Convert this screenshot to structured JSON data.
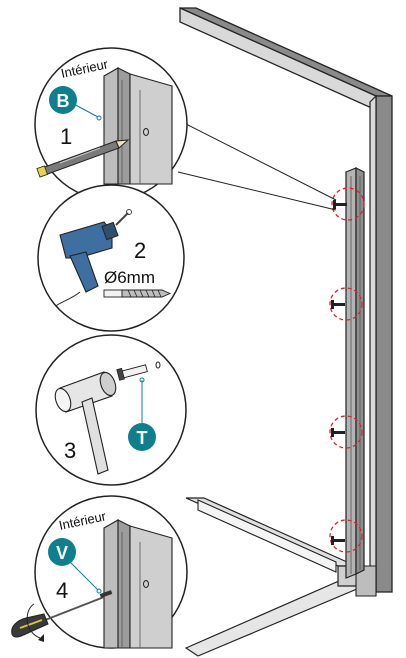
{
  "steps": [
    {
      "number": "1",
      "label": "Intérieur",
      "badge": "B"
    },
    {
      "number": "2",
      "drill_size": "Ø6mm"
    },
    {
      "number": "3",
      "badge": "T"
    },
    {
      "number": "4",
      "label": "Intérieur",
      "badge": "V"
    }
  ],
  "colors": {
    "badge": "#0e7f8c",
    "highlight_circle": "#d9242b",
    "wall": "#8a8a8a",
    "frame": "#b4b4b4",
    "drill_body": "#3d6fa0"
  }
}
